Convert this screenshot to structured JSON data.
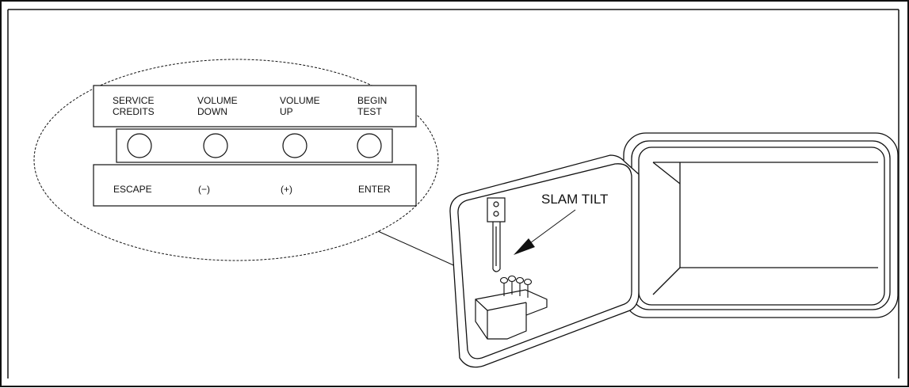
{
  "labels": {
    "top_row": [
      {
        "line1": "SERVICE",
        "line2": "CREDITS"
      },
      {
        "line1": "VOLUME",
        "line2": "DOWN"
      },
      {
        "line1": "VOLUME",
        "line2": "UP"
      },
      {
        "line1": "BEGIN",
        "line2": "TEST"
      }
    ],
    "bottom_row": [
      "ESCAPE",
      "(−)",
      "(+)",
      "ENTER"
    ],
    "callout": "SLAM  TILT"
  },
  "colors": {
    "ink": "#111111",
    "background": "#ffffff"
  }
}
